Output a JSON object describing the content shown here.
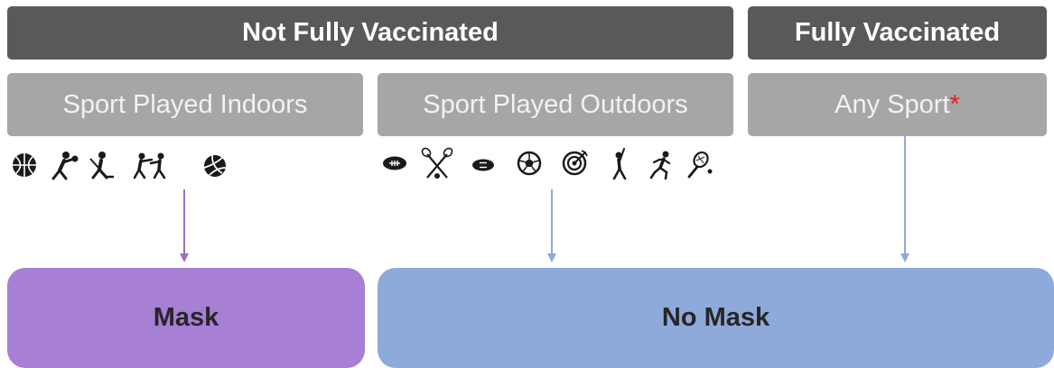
{
  "headers": {
    "not_fully_vaccinated": "Not Fully Vaccinated",
    "fully_vaccinated": "Fully Vaccinated"
  },
  "categories": {
    "indoors": "Sport Played Indoors",
    "outdoors": "Sport Played Outdoors",
    "any": "Any Sport",
    "any_marker": "*"
  },
  "outcomes": {
    "mask": "Mask",
    "no_mask": "No Mask"
  },
  "indoor_icons": [
    "basketball-icon",
    "boxing-icon",
    "hockey-icon",
    "wrestling-icon",
    "volleyball-icon"
  ],
  "outdoor_icons": [
    "football-icon",
    "lacrosse-sticks-icon",
    "rugby-ball-icon",
    "soccer-ball-icon",
    "target-icon",
    "baseball-batter-icon",
    "runner-icon",
    "tennis-racket-icon"
  ],
  "colors": {
    "header": "#595959",
    "category": "#a6a6a6",
    "mask": "#a77fd4",
    "no_mask": "#8eaadb",
    "mask_arrow": "#9b6fc7",
    "no_mask_arrow": "#8eaadb",
    "asterisk": "#e8201c"
  }
}
